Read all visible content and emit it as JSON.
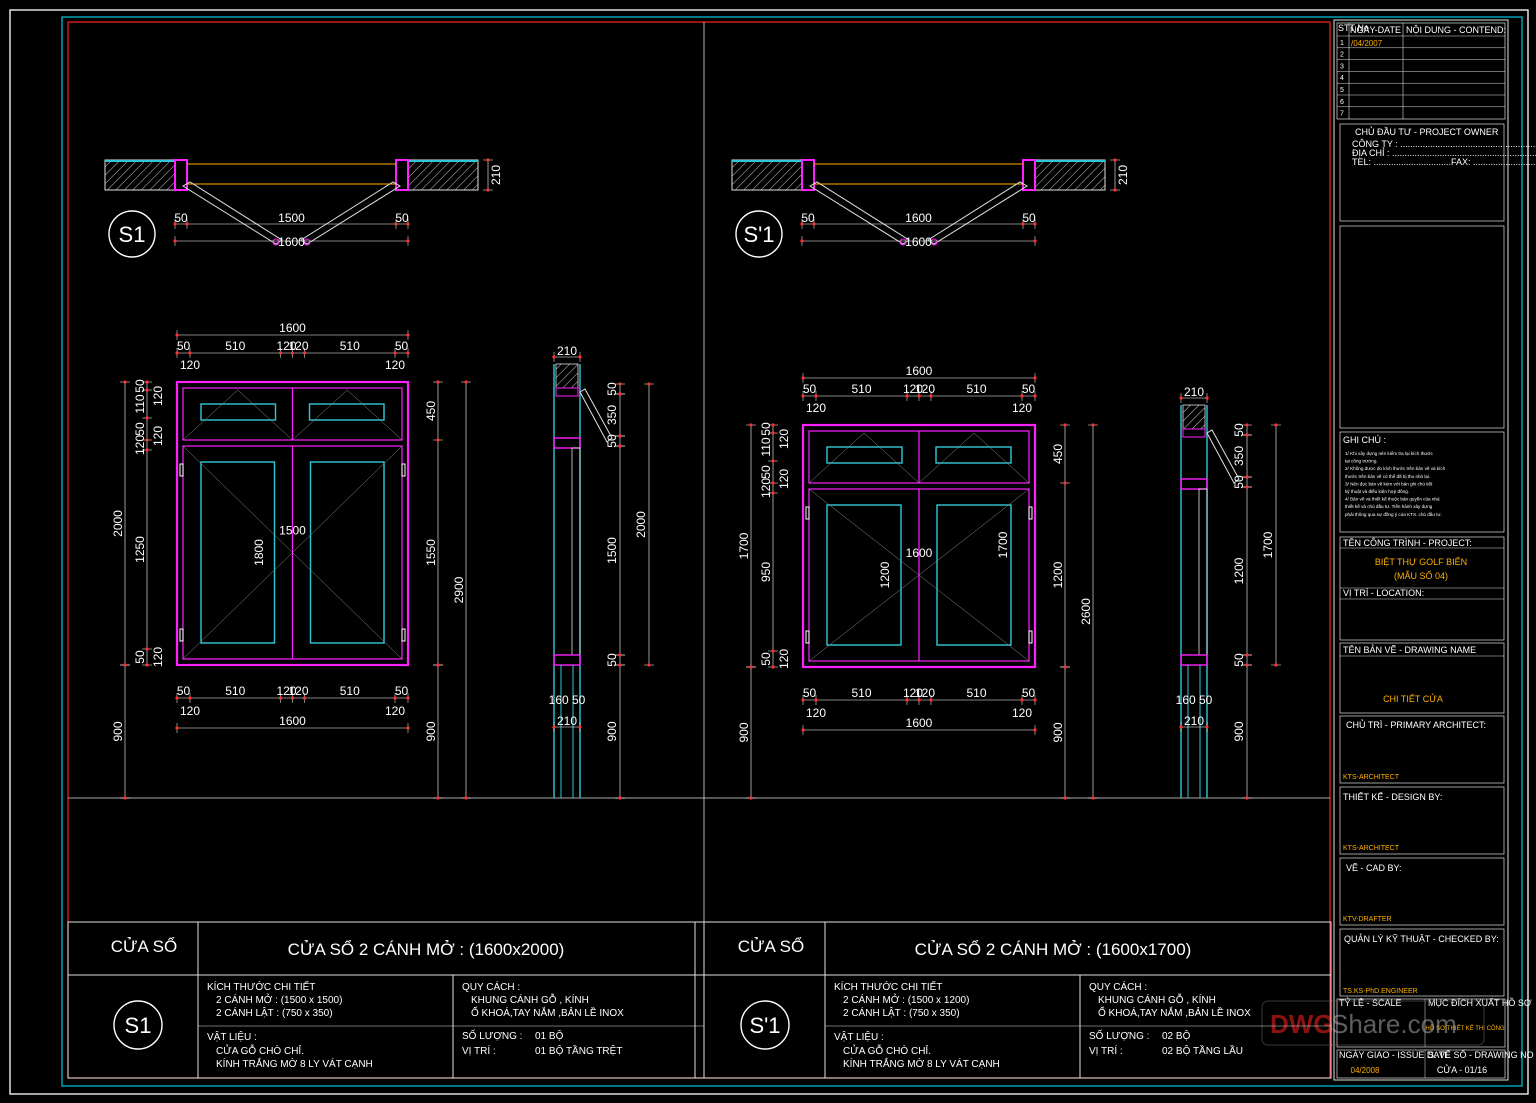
{
  "colors": {
    "background": "#000000",
    "sheet_border_red": "#ff2020",
    "sheet_border_cyan": "#00c8e0",
    "frame_magenta": "#ff20ff",
    "sash_cyan": "#30c8d8",
    "dimension_red": "#ff3030",
    "hatch_white": "#e0e0e0",
    "text_white": "#ffffff",
    "text_yellow": "#ffb000"
  },
  "revision_table": {
    "col_no": "STT No",
    "col_date": "NGÀY-DATE",
    "col_content": "NỘI DUNG - CONTEND:",
    "rows": [
      "1",
      "2",
      "3",
      "4",
      "5",
      "6",
      "7"
    ],
    "first_date": "/04/2007"
  },
  "owner_block": {
    "title": "CHỦ ĐẦU TƯ - PROJECT OWNER",
    "company": "CÔNG TY : ..........................................................",
    "address": "ĐỊA CHỈ : ...........................................................",
    "tel": "TEL: ...............................FAX: ................................."
  },
  "notes": {
    "title": "GHI CHÚ :",
    "lines": [
      "1/ Khi xây dựng nên kiểm tra lại kích thước",
      "tại công trường.",
      "2/ Không được đo kích thước trên bản vẽ và kích",
      "thước trên bản vẽ có thể đã bị thu nhỏ lại.",
      "3/ Nên đọc bản vẽ kèm với bản ghi chú tiết",
      "kỹ thuật và điều kiện hợp đồng.",
      "4/ Bản vẽ và thiết kế thuộc bản quyền của nhà",
      "thiết kế và chủ đầu tư. Tiến hành xây dựng",
      "phải thông qua sự đồng ý của KTS. chủ đầu tư."
    ]
  },
  "project": {
    "label": "TÊN CÔNG TRÌNH - PROJECT:",
    "name_line1": "BIỆT THỰ GOLF BIỂN",
    "name_line2": "(MẪU SỐ 04)",
    "location_label": "VỊ TRÍ - LOCATION:"
  },
  "drawing_name": {
    "label": "TÊN BẢN VẼ - DRAWING NAME",
    "value": "CHI TIẾT CỬA"
  },
  "primary_architect": {
    "label": "CHỦ TRÌ - PRIMARY ARCHITECT:",
    "value": "KTS-ARCHITECT"
  },
  "designed_by": {
    "label": "THIẾT KẾ - DESIGN BY:",
    "value": "KTS-ARCHITECT"
  },
  "cad_by": {
    "label": "VẼ - CAD BY:",
    "value": "KTV-DRAFTER"
  },
  "checked_by": {
    "label": "QUẢN LÝ KỸ THUẬT - CHECKED BY:",
    "value": "TS.KS-PhD.ENGINEER"
  },
  "bottom_block": {
    "scale_label": "TỶ LỆ - SCALE",
    "purpose_label": "MỤC ĐÍCH XUẤT HỒ SƠ",
    "purpose_value": "HỒ SƠ THIẾT KẾ THI CÔNG",
    "issue_date_label": "NGÀY GIAO - ISSUE DATE",
    "issue_date_value": "04/2008",
    "drawing_no_label": "S. VẼ SỐ - DRAWING NO",
    "drawing_no_value": "CỬA - 01/16"
  },
  "watermark": {
    "part1": "DWG",
    "part2": "Share.com"
  },
  "windows": [
    {
      "section_tag": "S1",
      "plan_dims": {
        "jamb_left": "50",
        "opening": "1500",
        "jamb_right": "50",
        "overall": "1600",
        "wall": "210"
      },
      "elev_top_dims": [
        "50",
        "510",
        "120",
        "120",
        "510",
        "50"
      ],
      "elev_top_sub": [
        "120",
        "120"
      ],
      "elev_overall_width": "1600",
      "elev_left_dims": [
        "50",
        "110",
        "50",
        "120",
        "1250",
        "50"
      ],
      "elev_left_sub": [
        "120",
        "120",
        "120"
      ],
      "elev_height": "2000",
      "elev_right_dims": [
        "450",
        "1550"
      ],
      "elev_total_height": "2900",
      "sill_height": "900",
      "leaf_width_center": "1500",
      "leaf_height_center": "1800",
      "section_dims": {
        "wall_top": "210",
        "transom": "350",
        "w1": "50",
        "w2": "50",
        "leaf": "1500",
        "w3": "50",
        "total": "2000",
        "bottom_pair": "160 50",
        "wall_bottom": "210",
        "sill": "900"
      },
      "title_label": "CỬA SỔ",
      "title_text": "CỬA SỔ 2 CÁNH MỞ : (1600x2000)",
      "spec": {
        "size_label": "KÍCH THƯỚC CHI TIẾT",
        "size_line1": "2 CÁNH MỞ : (1500 x 1500)",
        "size_line2": "2 CÁNH LẬT : (750 x 350)",
        "material_label": "VẬT LIỆU :",
        "material_line1": "CỬA GỖ CHÒ CHỈ.",
        "material_line2": "KÍNH TRẮNG MỜ 8 LY VÁT CẠNH",
        "quality_label": "QUY CÁCH :",
        "quality_line1": "KHUNG CÁNH GỖ , KÍNH",
        "quality_line2": "Ổ KHOÁ,TAY NẮM ,BẢN LỀ INOX",
        "qty_label": "SỐ LƯỢNG :",
        "qty_value": "01 BỘ",
        "pos_label": "VỊ TRÍ :",
        "pos_value": "01 BỘ TẦNG TRỆT"
      }
    },
    {
      "section_tag": "S'1",
      "plan_dims": {
        "jamb_left": "50",
        "opening": "1600",
        "jamb_right": "50",
        "overall": "1600",
        "wall": "210"
      },
      "elev_top_dims": [
        "50",
        "510",
        "120",
        "120",
        "510",
        "50"
      ],
      "elev_top_sub": [
        "120",
        "120"
      ],
      "elev_overall_width": "1600",
      "elev_left_dims": [
        "50",
        "110",
        "50",
        "120",
        "950",
        "50"
      ],
      "elev_left_sub": [
        "120",
        "120",
        "120"
      ],
      "elev_height": "1700",
      "elev_right_dims": [
        "450",
        "1200"
      ],
      "elev_total_height": "2600",
      "sill_height": "900",
      "leaf_width_center": "1600",
      "leaf_height_center": "1200",
      "leaf_height_right": "1700",
      "section_dims": {
        "wall_top": "210",
        "transom": "350",
        "w1": "50",
        "w2": "50",
        "leaf": "1200",
        "w3": "50",
        "total": "1700",
        "bottom_pair": "160 50",
        "wall_bottom": "210",
        "sill": "900"
      },
      "title_label": "CỬA SỔ",
      "title_text": "CỬA SỔ 2 CÁNH MỞ : (1600x1700)",
      "spec": {
        "size_label": "KÍCH THƯỚC CHI TIẾT",
        "size_line1": "2 CÁNH MỞ : (1500 x 1200)",
        "size_line2": "2 CÁNH LẬT : (750 x 350)",
        "material_label": "VẬT LIỆU :",
        "material_line1": "CỬA GỖ CHÒ CHỈ.",
        "material_line2": "KÍNH TRẮNG MỜ 8 LY VÁT CẠNH",
        "quality_label": "QUY CÁCH :",
        "quality_line1": "KHUNG CÁNH GỖ , KÍNH",
        "quality_line2": "Ổ KHOÁ,TAY NẮM ,BẢN LỀ INOX",
        "qty_label": "SỐ LƯỢNG :",
        "qty_value": "02 BỘ",
        "pos_label": "VỊ TRÍ :",
        "pos_value": "02 BỘ TẦNG LẦU"
      }
    }
  ]
}
